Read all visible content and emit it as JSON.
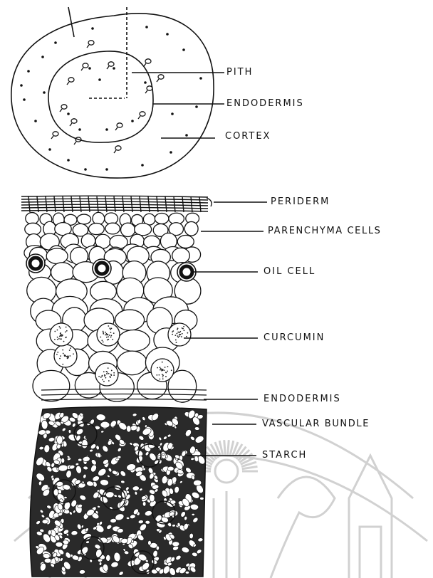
{
  "diagram": {
    "top_section_labels": {
      "pith": "PITH",
      "endodermis": "ENDODERMIS",
      "cortex": "CORTEX"
    },
    "bottom_section_labels": {
      "periderm": "PERIDERM",
      "parenchyma": "PARENCHYMA CELLS",
      "oil_cell": "OIL CELL",
      "curcumin": "CURCUMIN",
      "endodermis": "ENDODERMIS",
      "vascular_bundle": "VASCULAR BUNDLE",
      "starch": "STARCH"
    }
  },
  "style": {
    "ink": "#111111",
    "watermark": "#c9c9c9",
    "paper": "#ffffff"
  }
}
